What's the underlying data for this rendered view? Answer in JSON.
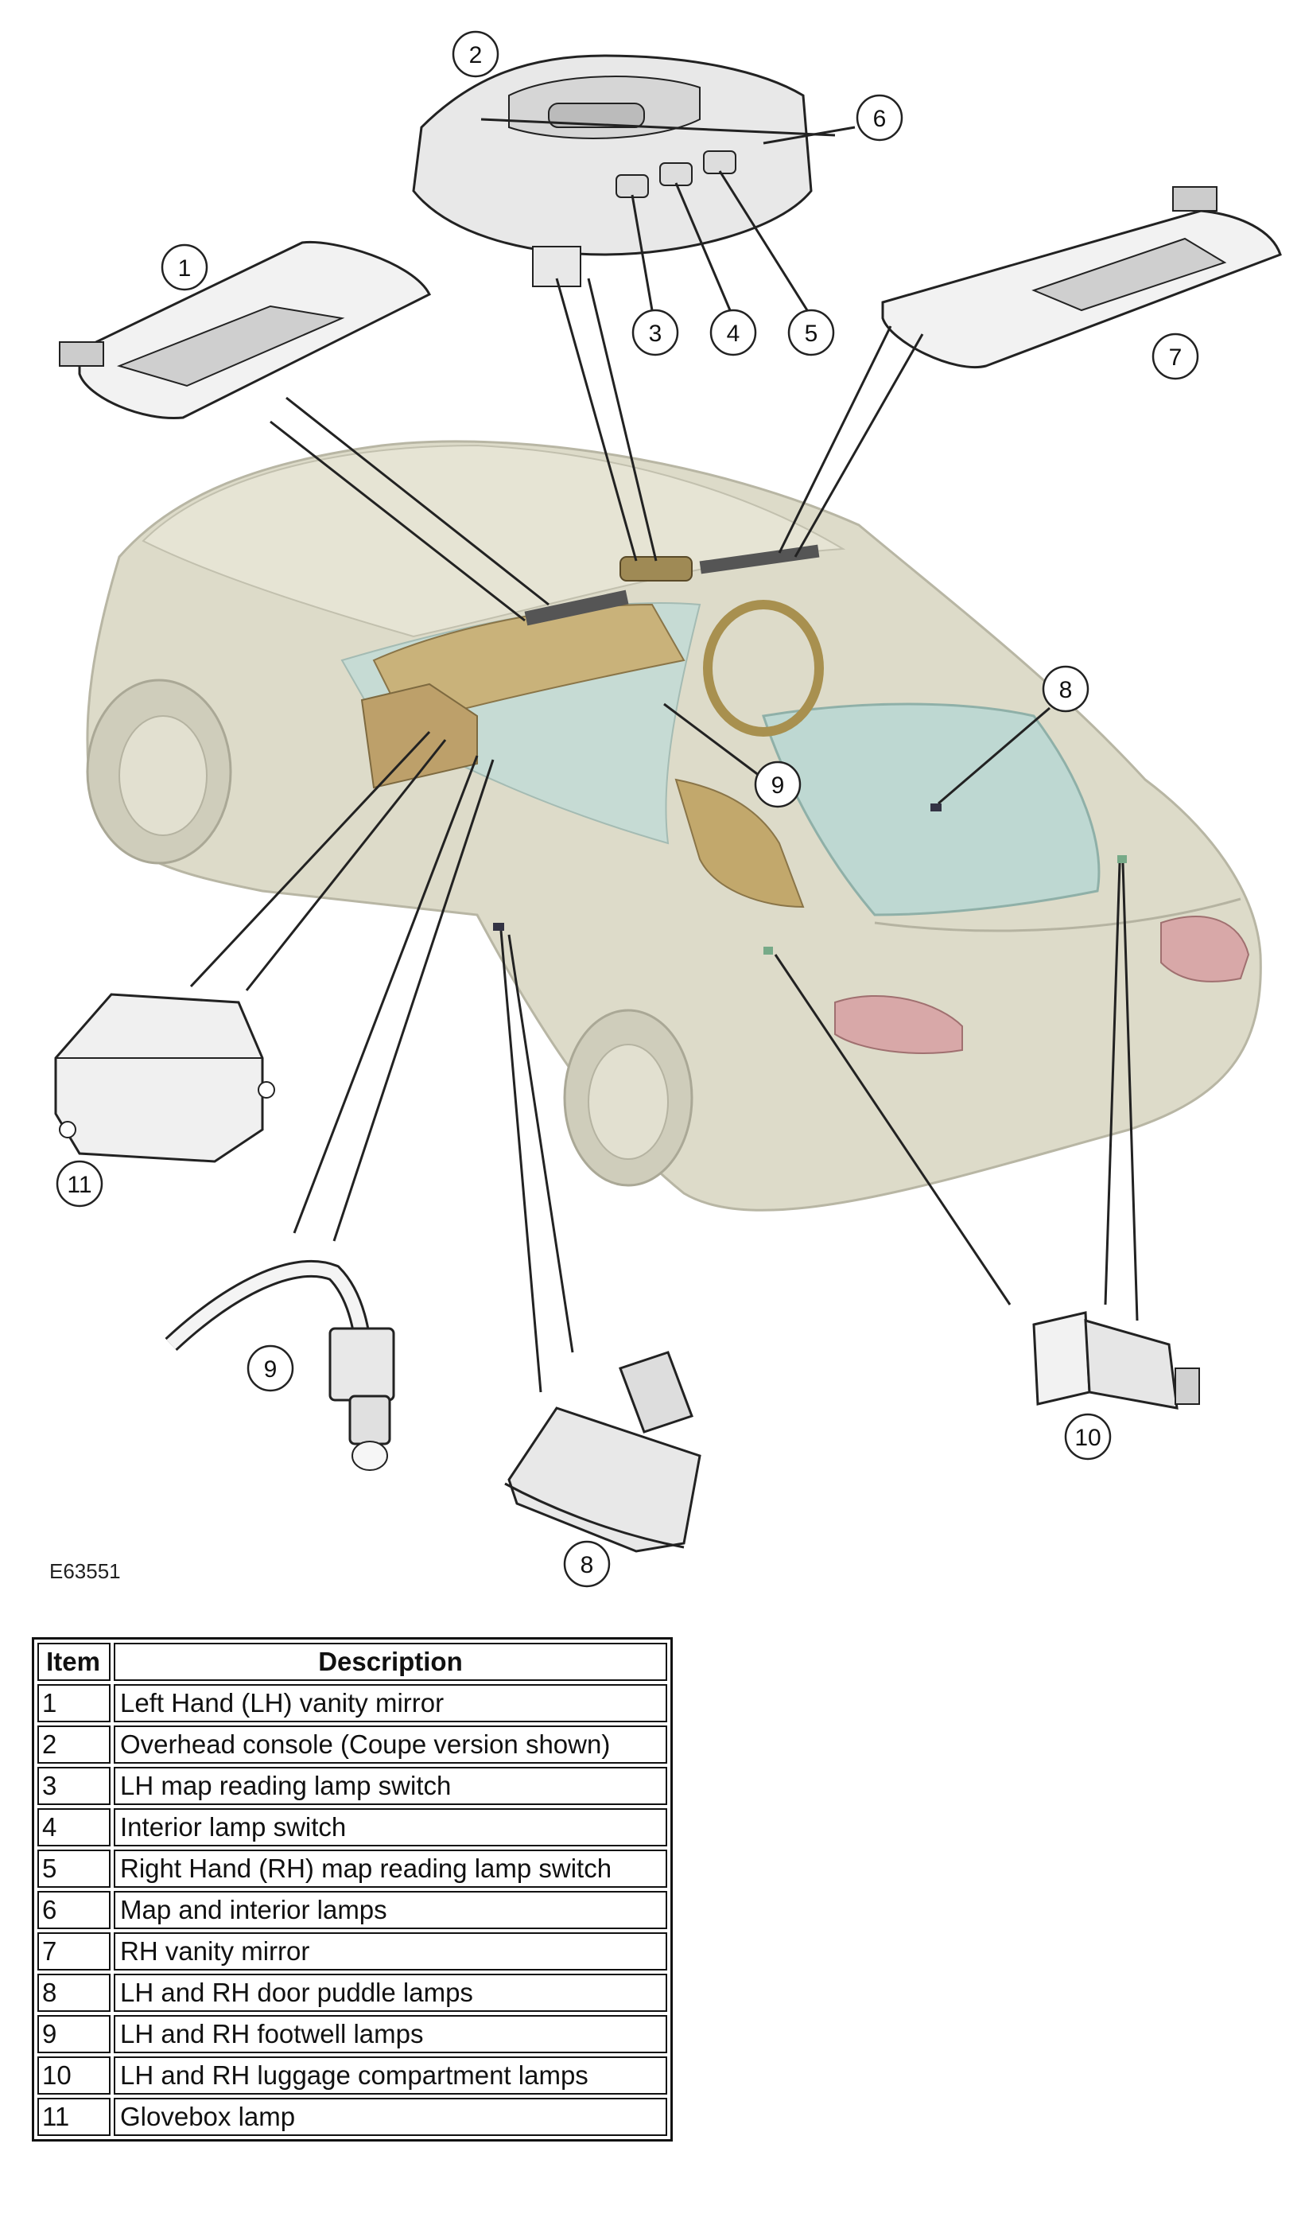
{
  "callouts": [
    "1",
    "2",
    "3",
    "4",
    "5",
    "6",
    "7",
    "8",
    "9",
    "10",
    "11"
  ],
  "figure_id": "E63551",
  "table": {
    "headers": {
      "item": "Item",
      "description": "Description"
    },
    "rows": [
      {
        "item": "1",
        "description": "Left Hand (LH) vanity mirror"
      },
      {
        "item": "2",
        "description": "Overhead console (Coupe version shown)"
      },
      {
        "item": "3",
        "description": "LH map reading lamp switch"
      },
      {
        "item": "4",
        "description": "Interior lamp switch"
      },
      {
        "item": "5",
        "description": "Right Hand (RH) map reading lamp switch"
      },
      {
        "item": "6",
        "description": "Map and interior lamps"
      },
      {
        "item": "7",
        "description": "RH vanity mirror"
      },
      {
        "item": "8",
        "description": "LH and RH door puddle lamps"
      },
      {
        "item": "9",
        "description": "LH and RH footwell lamps"
      },
      {
        "item": "10",
        "description": "LH and RH luggage compartment lamps"
      },
      {
        "item": "11",
        "description": "Glovebox lamp"
      }
    ]
  },
  "colors": {
    "car_body": "#d9d7c6",
    "glass": "#c4dcd6",
    "interior": "#c9b27a",
    "line": "#222222"
  }
}
